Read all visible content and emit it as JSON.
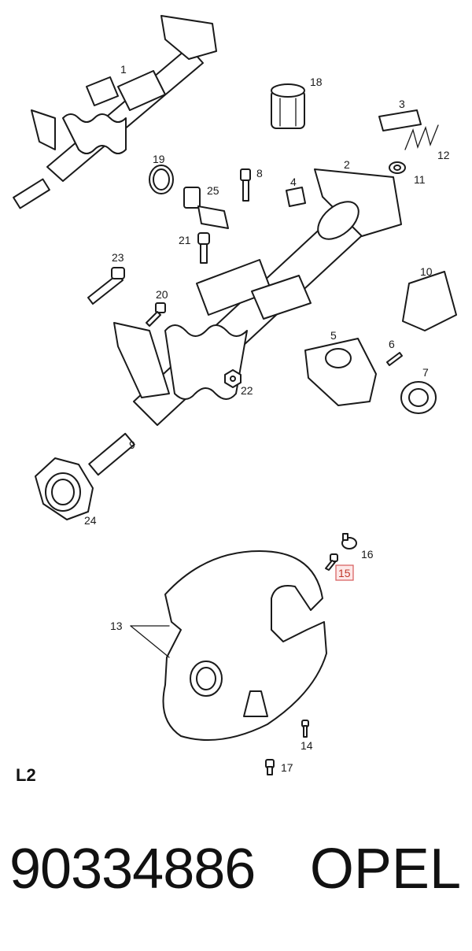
{
  "diagram": {
    "callouts": [
      "1",
      "2",
      "3",
      "4",
      "5",
      "6",
      "7",
      "8",
      "9",
      "10",
      "11",
      "12",
      "13",
      "14",
      "15",
      "16",
      "17",
      "18",
      "19",
      "20",
      "21",
      "22",
      "23",
      "24",
      "25"
    ],
    "highlighted_callout": "15"
  },
  "section_label": "L2",
  "footer": {
    "part_number": "90334886",
    "brand": "OPEL"
  }
}
